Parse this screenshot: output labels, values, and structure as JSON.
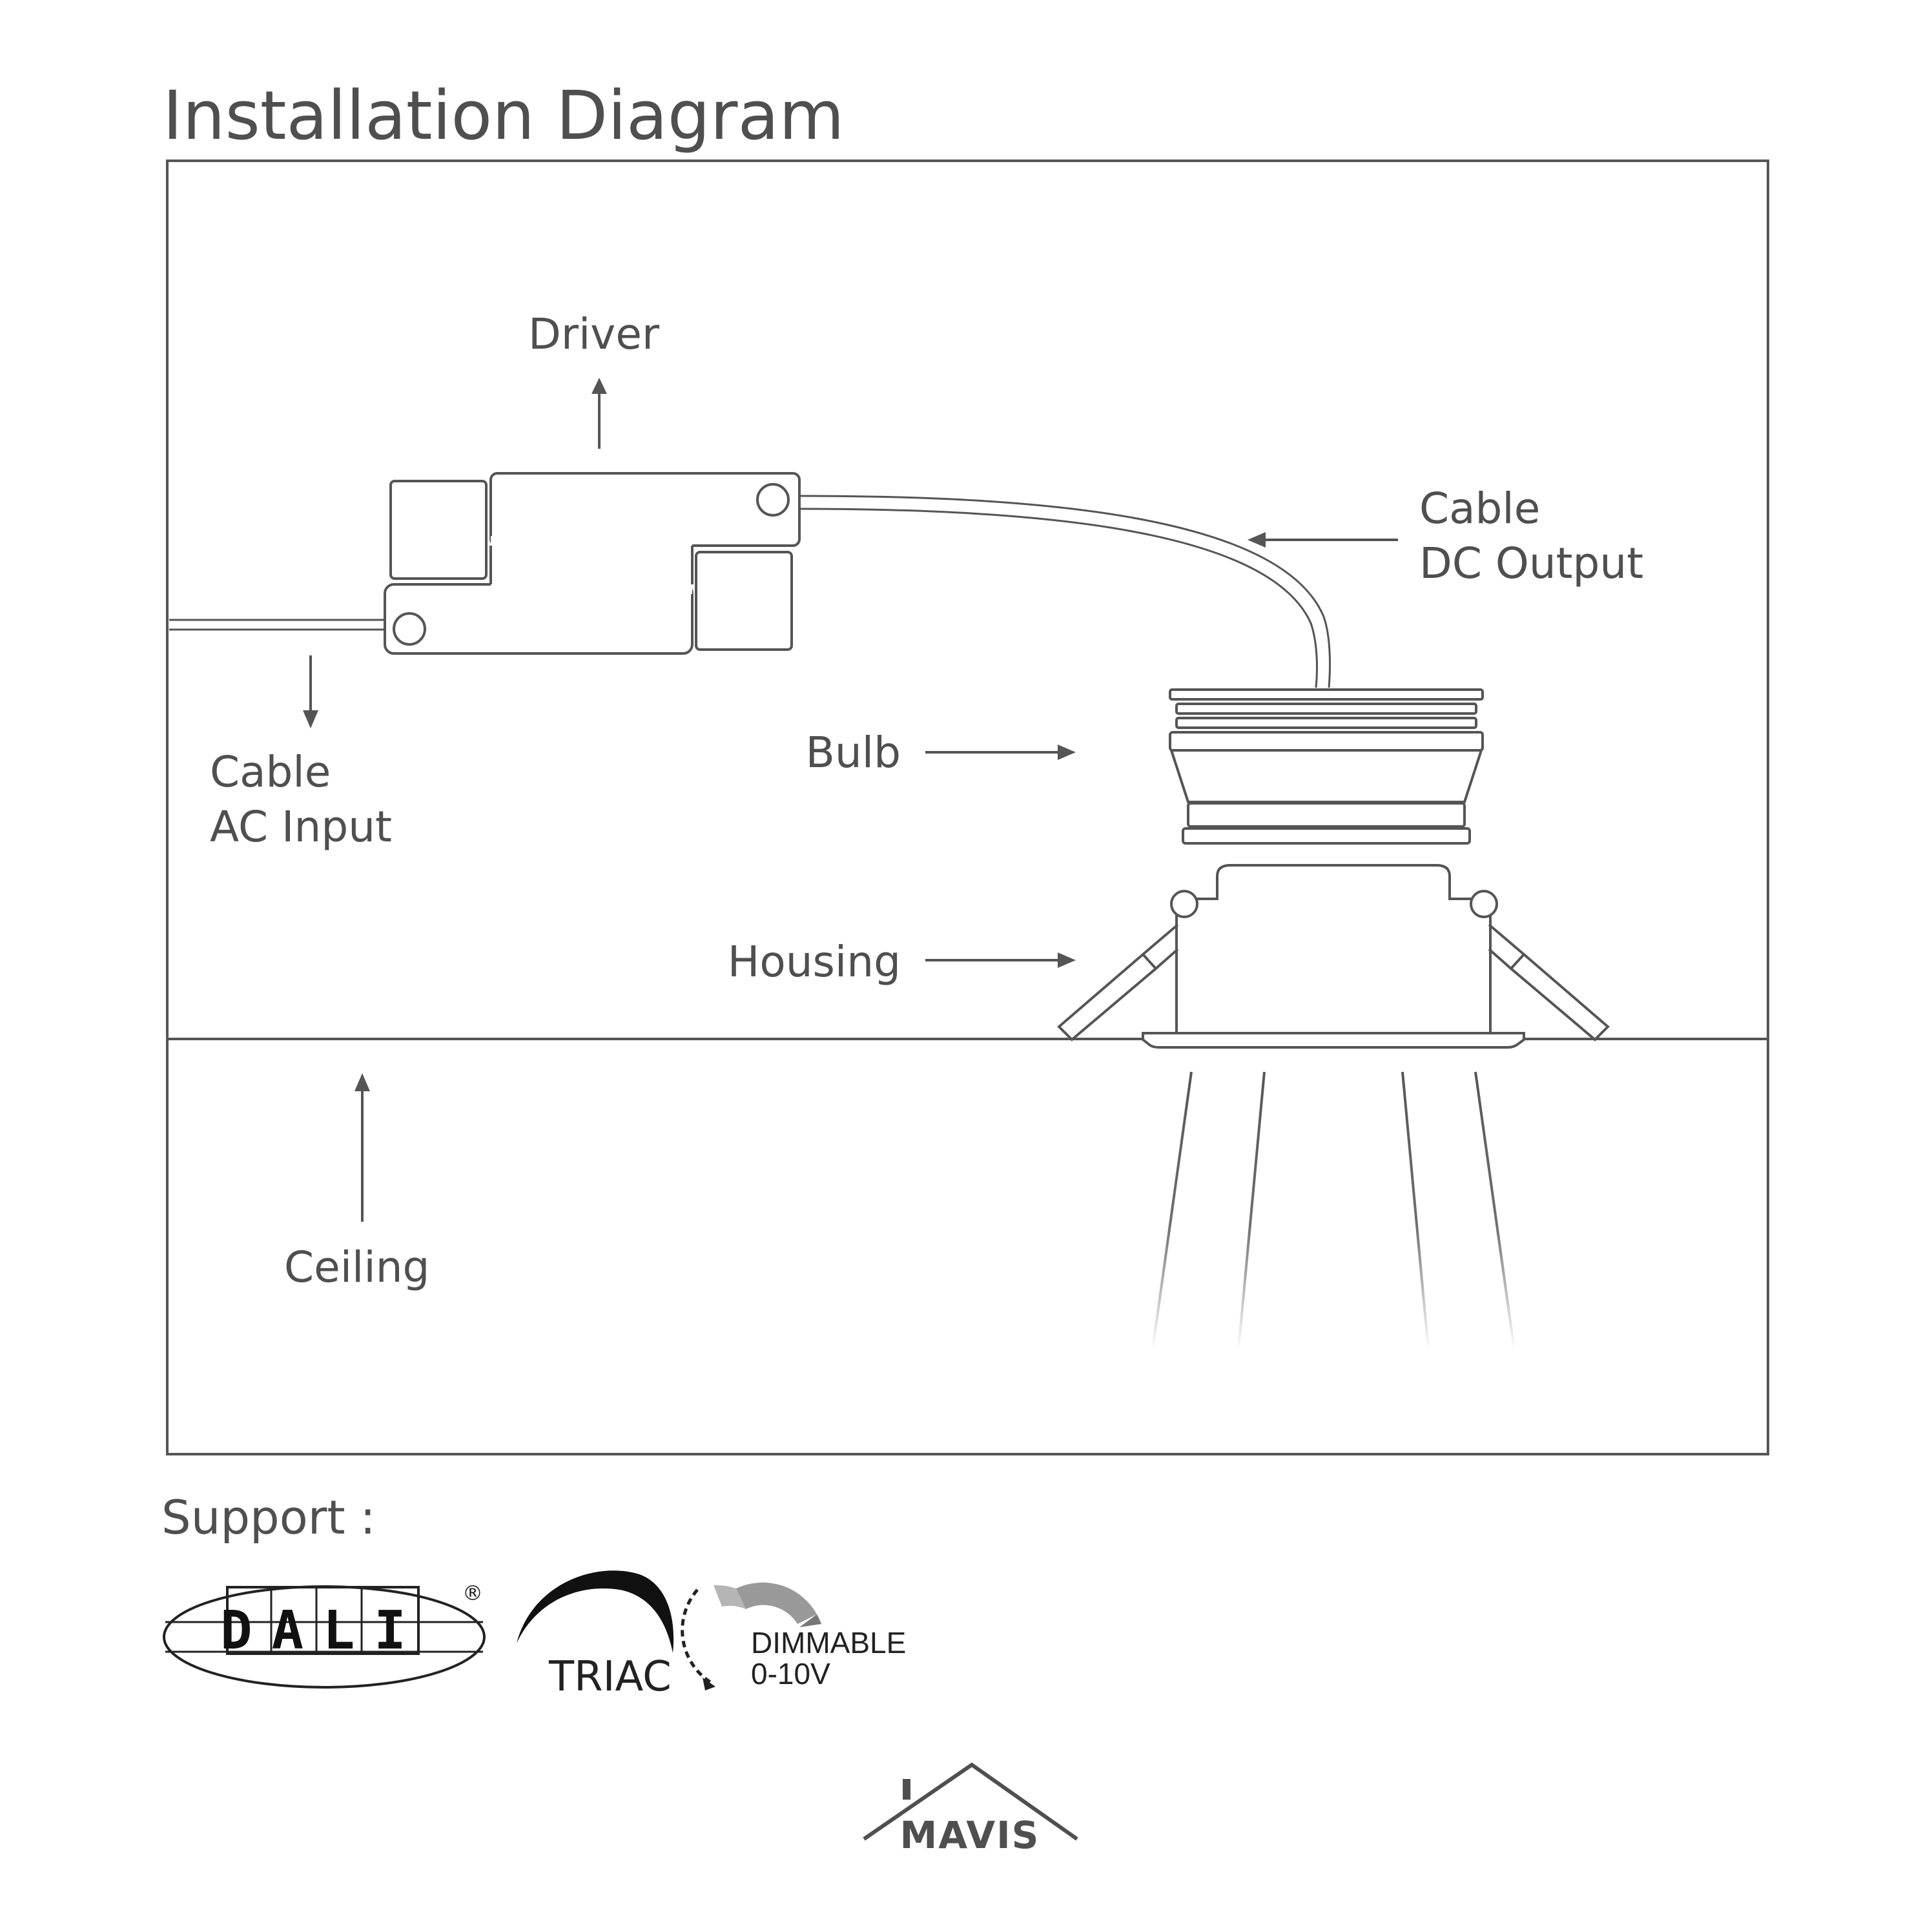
{
  "title": "Installation Diagram",
  "labels": {
    "driver": "Driver",
    "cable_dc_line1": "Cable",
    "cable_dc_line2": "DC Output",
    "cable_ac_line1": "Cable",
    "cable_ac_line2": "AC Input",
    "bulb": "Bulb",
    "housing": "Housing",
    "ceiling": "Ceiling"
  },
  "support": {
    "heading": "Support :",
    "dali_text": "DALI",
    "registered_mark": "®",
    "triac_text": "TRIAC",
    "dimmable_line1": "DIMMABLE",
    "dimmable_line2": "0-10V"
  },
  "brand": {
    "name": "MAVIS"
  },
  "colors": {
    "ink": "#4f4f4f",
    "line": "#555555"
  }
}
